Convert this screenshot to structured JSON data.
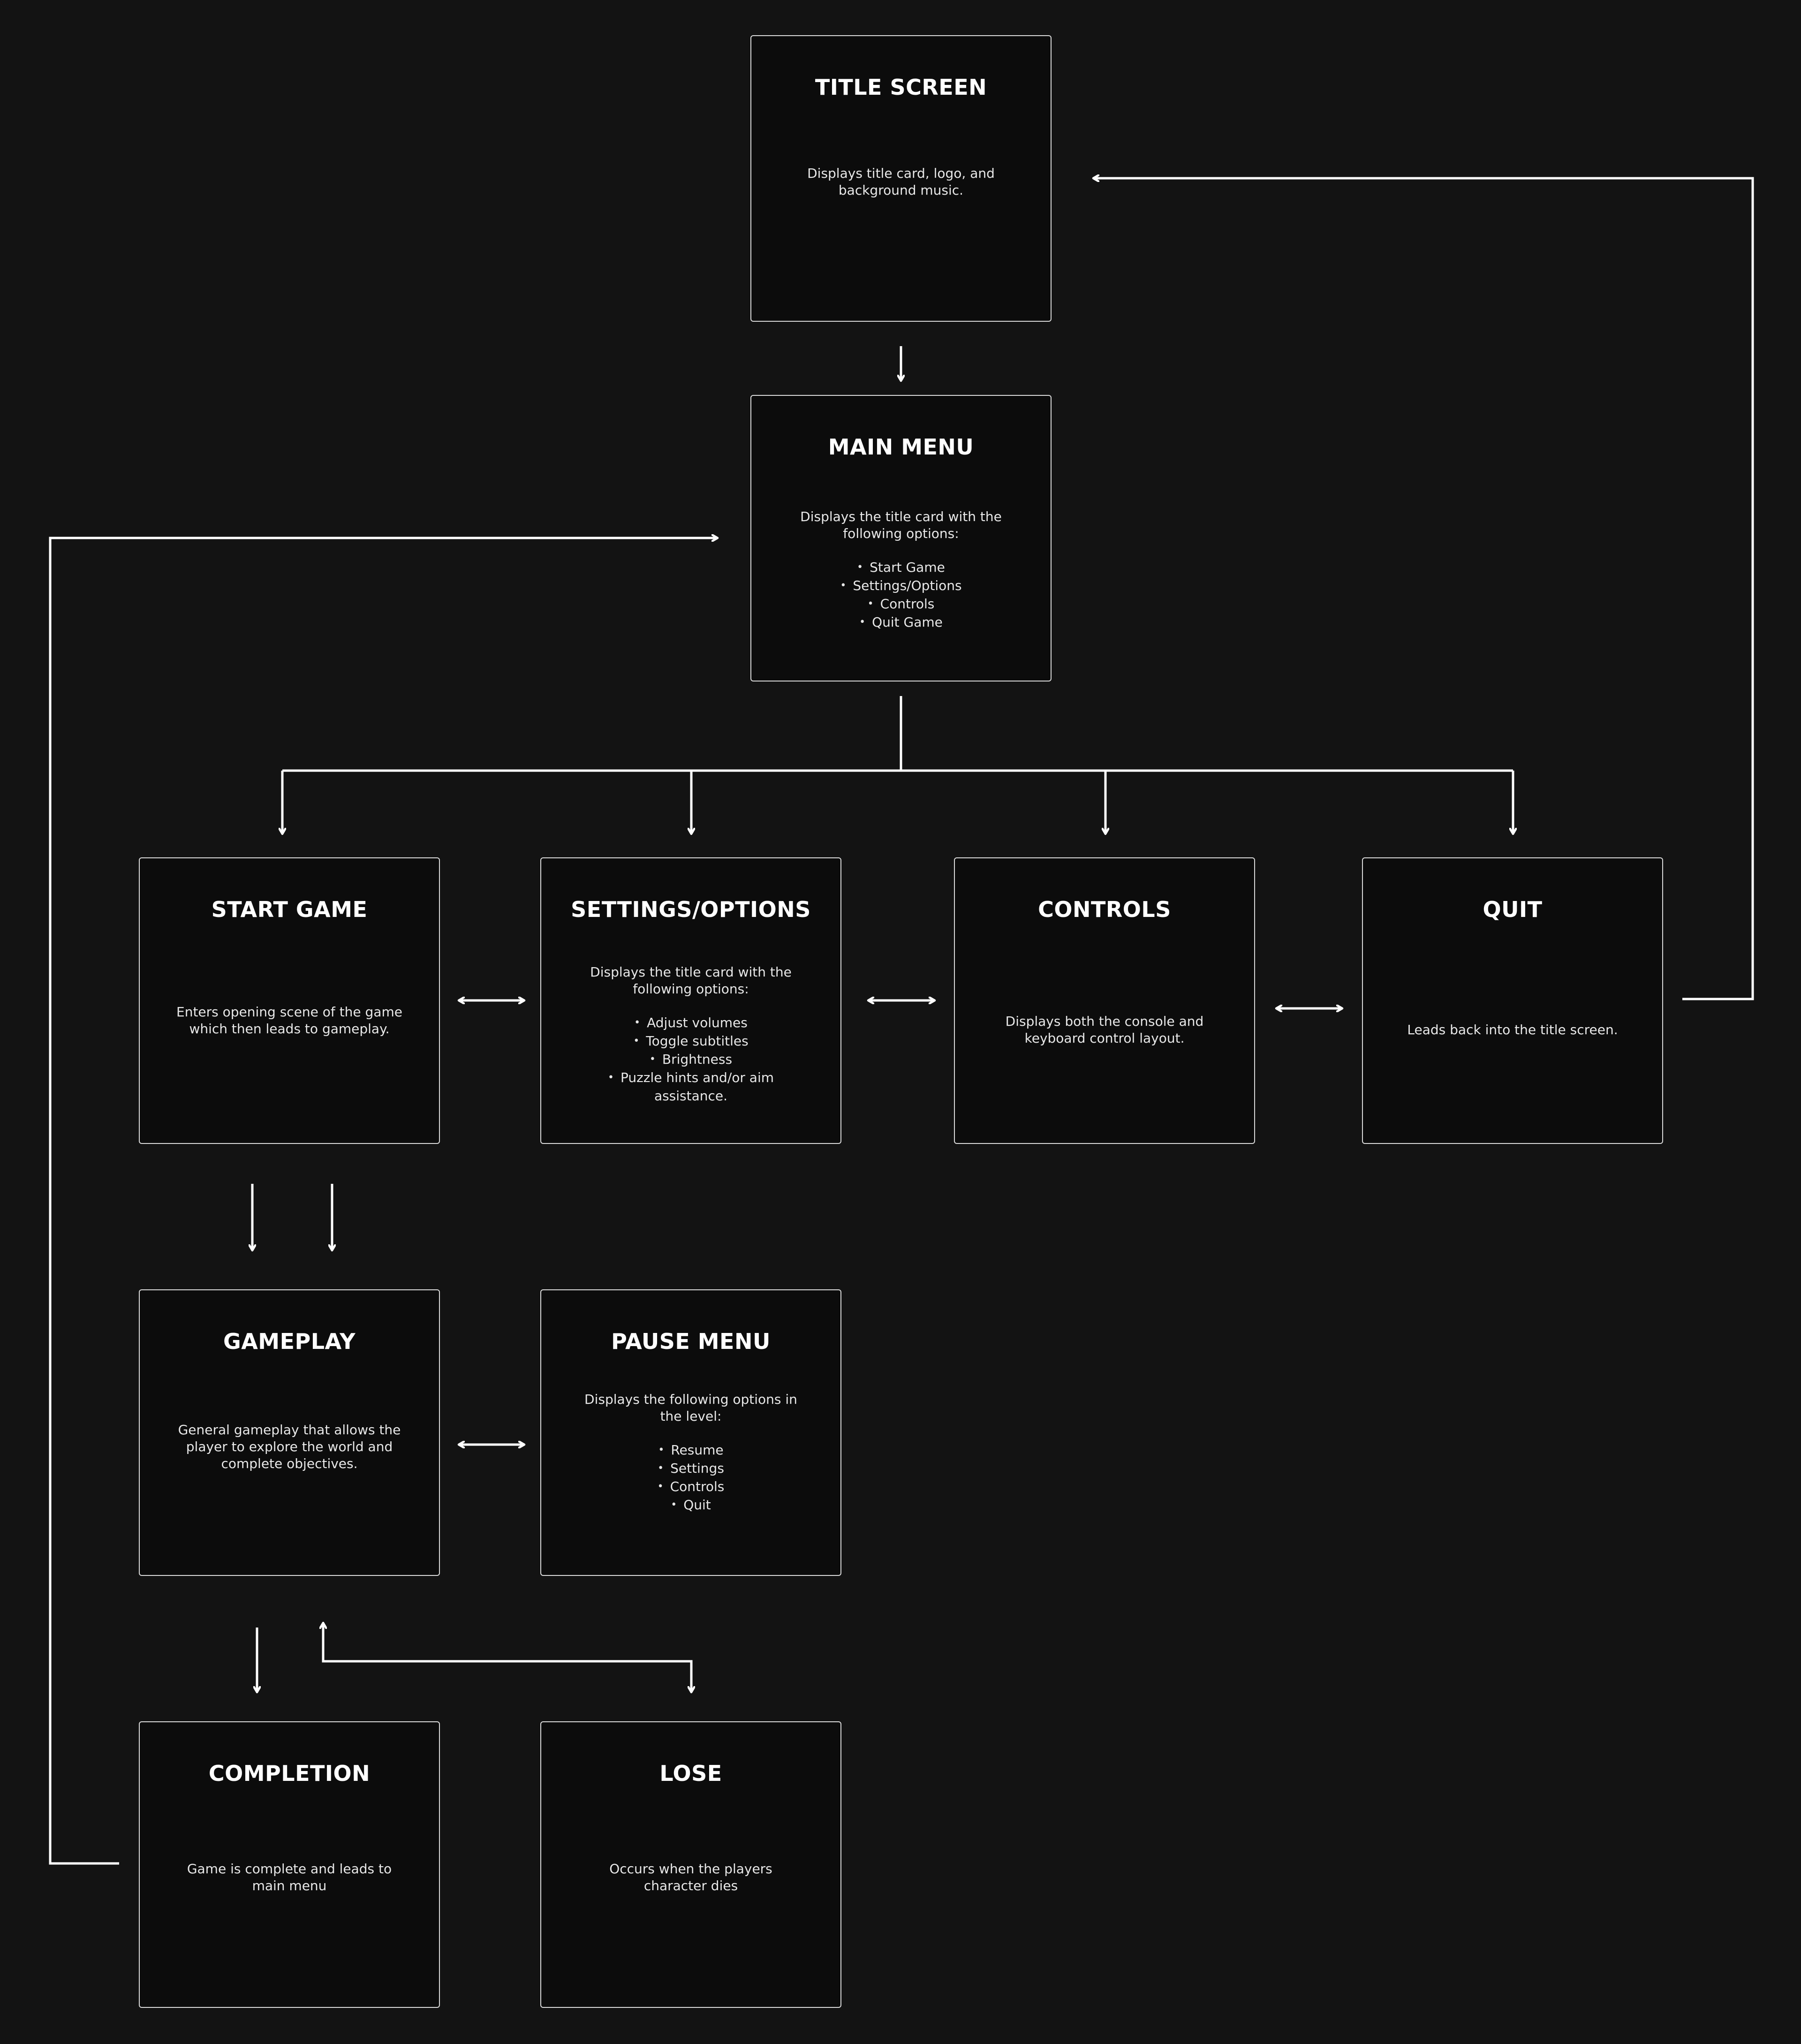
{
  "chart_data": {
    "type": "diagram",
    "nodes": [
      {
        "id": "title-screen",
        "title": "TITLE SCREEN",
        "description": "Displays title card, logo, and background music.",
        "options": []
      },
      {
        "id": "main-menu",
        "title": "MAIN MENU",
        "description": "Displays the title card with the following options:",
        "options": [
          "Start Game",
          "Settings/Options",
          "Controls",
          "Quit Game"
        ]
      },
      {
        "id": "start-game",
        "title": "START GAME",
        "description": "Enters opening scene of the game which then leads to gameplay.",
        "options": []
      },
      {
        "id": "settings-options",
        "title": "SETTINGS/OPTIONS",
        "description": "Displays the title card with the following options:",
        "options": [
          "Adjust volumes",
          "Toggle subtitles",
          "Brightness",
          "Puzzle hints and/or aim assistance."
        ]
      },
      {
        "id": "controls",
        "title": "CONTROLS",
        "description": "Displays both the console and keyboard control layout.",
        "options": []
      },
      {
        "id": "quit",
        "title": "QUIT",
        "description": "Leads back into the title screen.",
        "options": []
      },
      {
        "id": "gameplay",
        "title": "GAMEPLAY",
        "description": "General gameplay that allows the player to explore the world and complete objectives.",
        "options": []
      },
      {
        "id": "pause-menu",
        "title": "PAUSE MENU",
        "description": "Displays the following options in the level:",
        "options": [
          "Resume",
          "Settings",
          "Controls",
          "Quit"
        ]
      },
      {
        "id": "completion",
        "title": "COMPLETION",
        "description": "Game is complete and leads to main menu",
        "options": []
      },
      {
        "id": "lose",
        "title": "LOSE",
        "description": "Occurs when the players character dies",
        "options": []
      }
    ],
    "edges": [
      {
        "from": "title-screen",
        "to": "main-menu",
        "direction": "forward"
      },
      {
        "from": "main-menu",
        "to": "start-game",
        "direction": "forward"
      },
      {
        "from": "main-menu",
        "to": "settings-options",
        "direction": "forward"
      },
      {
        "from": "main-menu",
        "to": "controls",
        "direction": "forward"
      },
      {
        "from": "main-menu",
        "to": "quit",
        "direction": "forward"
      },
      {
        "from": "start-game",
        "to": "settings-options",
        "direction": "both"
      },
      {
        "from": "settings-options",
        "to": "controls",
        "direction": "both"
      },
      {
        "from": "controls",
        "to": "quit",
        "direction": "both"
      },
      {
        "from": "quit",
        "to": "title-screen",
        "direction": "forward"
      },
      {
        "from": "start-game",
        "to": "gameplay",
        "direction": "forward"
      },
      {
        "from": "start-game",
        "to": "gameplay",
        "direction": "forward"
      },
      {
        "from": "gameplay",
        "to": "pause-menu",
        "direction": "both"
      },
      {
        "from": "gameplay",
        "to": "completion",
        "direction": "forward"
      },
      {
        "from": "gameplay",
        "to": "lose",
        "direction": "both"
      },
      {
        "from": "completion",
        "to": "main-menu",
        "direction": "forward"
      }
    ]
  },
  "colors": {
    "background": "#131313",
    "node_fill": "#0c0c0c",
    "node_border": "#d9d9d9",
    "line": "#ffffff",
    "text": "#ffffff"
  }
}
